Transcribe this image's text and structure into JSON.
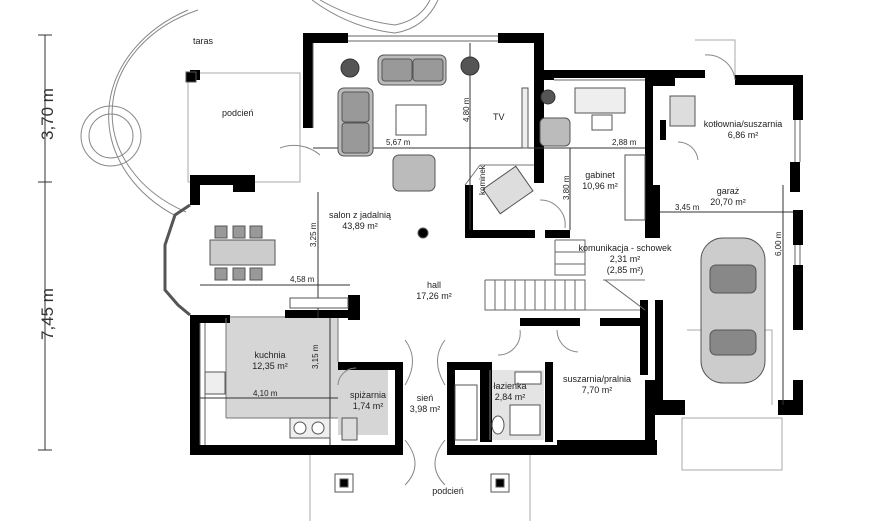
{
  "outer_dims": {
    "top": "3,70 m",
    "bottom": "7,45 m"
  },
  "rooms": {
    "taras": "taras",
    "podcien_top": "podcień",
    "salon_name": "salon z jadalnią",
    "salon_area": "43,89 m²",
    "tv": "TV",
    "kominek": "kominek",
    "gabinet_name": "gabinet",
    "gabinet_area": "10,96 m²",
    "kotlownia_name": "kotłownia/suszarnia",
    "kotlownia_area": "6,86 m²",
    "garaz_name": "garaż",
    "garaz_area": "20,70 m²",
    "komunikacja_name": "komunikacja - schowek",
    "komunikacja_area1": "2,31 m²",
    "komunikacja_area2": "(2,85 m²)",
    "hall_name": "hall",
    "hall_area": "17,26 m²",
    "kuchnia_name": "kuchnia",
    "kuchnia_area": "12,35 m²",
    "spizarnia_name": "spiżarnia",
    "spizarnia_area": "1,74 m²",
    "sien_name": "sień",
    "sien_area": "3,98 m²",
    "lazienka_name": "łazienka",
    "lazienka_area": "2,84 m²",
    "suszarnia_name": "suszarnia/pralnia",
    "suszarnia_area": "7,70 m²",
    "podcien_bottom": "podcień"
  },
  "dims": {
    "salon_w": "5,67 m",
    "salon_h": "4,80 m",
    "gabinet_w": "2,88 m",
    "gabinet_h": "3,80 m",
    "dining_w": "4,58 m",
    "dining_h": "3,25 m",
    "garaz_w": "3,45 m",
    "garaz_h": "6,00 m",
    "kuchnia_w": "4,10 m",
    "kuchnia_h": "3,15 m"
  }
}
